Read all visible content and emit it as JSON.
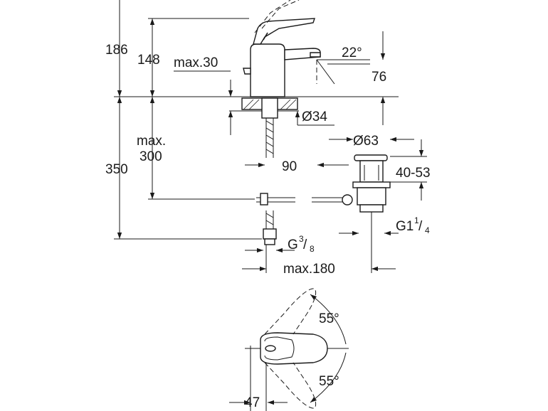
{
  "front_view": {
    "height_total": "186",
    "height_spout": "148",
    "deck_max": "max.30",
    "spout_angle": "22°",
    "spout_reach": "76",
    "hole_diameter": "Ø34",
    "deck_gap": "90",
    "waste_diameter": "Ø63",
    "waste_range": "40-53",
    "waste_thread_main": "G1",
    "waste_thread_num": "1",
    "waste_thread_den": "4",
    "height_below": "350",
    "max_below_line1": "max.",
    "max_below_line2": "300",
    "supply_thread_main": "G",
    "supply_thread_num": "3",
    "supply_thread_den": "8",
    "width_max": "max.180"
  },
  "top_view": {
    "angle_top": "55°",
    "angle_bottom": "55°",
    "offset": "47"
  }
}
